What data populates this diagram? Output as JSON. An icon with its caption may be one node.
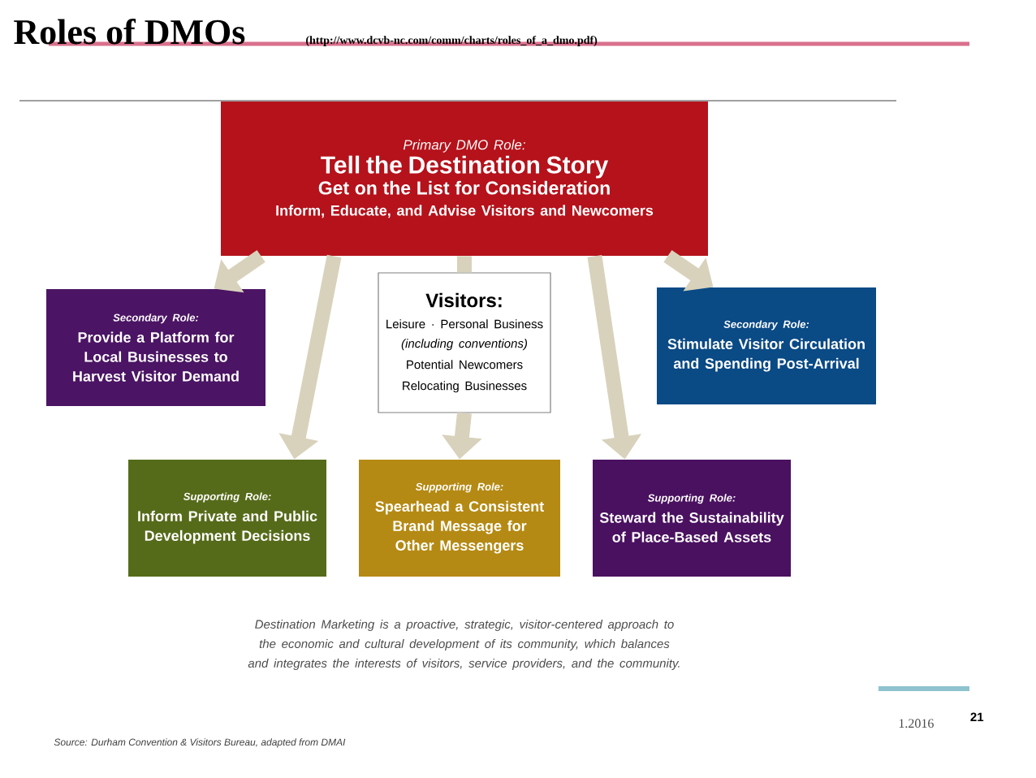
{
  "diagram": {
    "title": "Roles of DMOs",
    "nodes": [
      {
        "text": [
          "Primary DMO Role:",
          "Tell the Destination Story",
          "Get on the List for Consideration",
          "Inform, Educate, and Advise Visitors and Newcomers"
        ]
      },
      {
        "text": [
          "Secondary Role:",
          "Provide a Platform for Local Businesses to Harvest Visitor Demand"
        ]
      },
      {
        "text": [
          "Visitors:",
          "Leisure · Personal Business *(including conventions)*",
          "Potential Newcomers",
          "Relocating Businesses"
        ]
      },
      {
        "text": [
          "Secondary Role:",
          "Stimulate Visitor Circulation and Spending Post-Arrival"
        ]
      },
      {
        "text": [
          "Supporting Role:",
          "Inform Private and Public Development Decisions"
        ]
      },
      {
        "text": [
          "Supporting Role:",
          "Spearhead a Consistent Brand Message for Other Messengers"
        ]
      },
      {
        "text": [
          "Supporting Role:",
          "Steward the Sustainability of Place-Based Assets"
        ]
      }
    ],
    "edges": [
      {
        "from": 0,
        "to": 1,
        "arrow": "to"
      },
      {
        "from": 0,
        "to": 4,
        "arrow": "to"
      },
      {
        "from": 0,
        "to": 2,
        "arrow": "none"
      },
      {
        "from": 2,
        "to": 5,
        "arrow": "to"
      },
      {
        "from": 0,
        "to": 6,
        "arrow": "to"
      },
      {
        "from": 0,
        "to": 3,
        "arrow": "to"
      }
    ],
    "labels": [
      "(http://www.dcvb-nc.com/comm/charts/roles_of_a_dmo.pdf)",
      "Destination Marketing is a proactive, strategic, visitor-centered approach to the economic and cultural development of its community, which balances and integrates the interests of visitors, service providers, and the community.",
      "Source: Durham Convention & Visitors Bureau, adapted from DMAI",
      "1.2016",
      "21"
    ]
  }
}
